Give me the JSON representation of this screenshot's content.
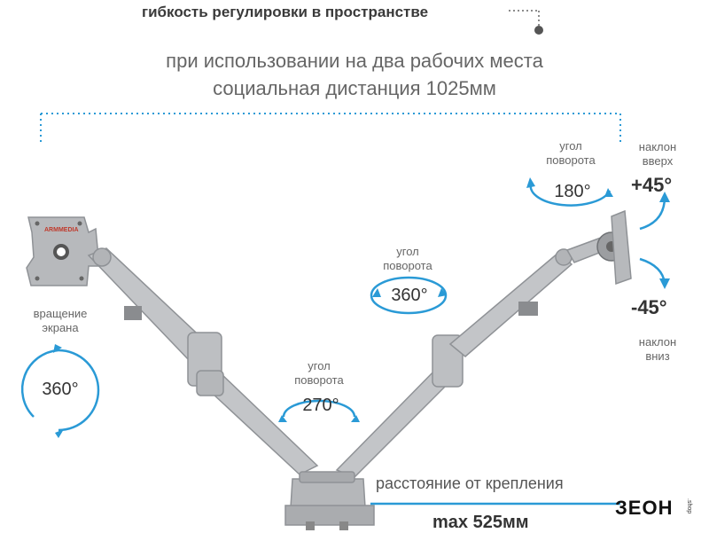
{
  "header": {
    "title": "гибкость регулировки в пространстве",
    "line1": "при использовании на два рабочих места",
    "line2": "социальная дистанция 1025мм"
  },
  "left_screen": {
    "logo": "ARMMEDIA",
    "rotation_label_1": "вращение",
    "rotation_label_2": "экрана",
    "rotation_value": "360°"
  },
  "middle": {
    "label_1": "угол",
    "label_2": "поворота",
    "value": "360°"
  },
  "base": {
    "label_1": "угол",
    "label_2": "поворота",
    "value": "270°"
  },
  "right_top": {
    "label_1": "угол",
    "label_2": "поворота",
    "value": "180°"
  },
  "tilt": {
    "up_label_1": "наклон",
    "up_label_2": "вверх",
    "up_value": "+45°",
    "down_value": "-45°",
    "down_label_1": "наклон",
    "down_label_2": "вниз"
  },
  "distance": {
    "label": "расстояние от крепления",
    "value": "max 525мм"
  },
  "brand": {
    "name": "ЗЕОН",
    "suffix": ".shop"
  },
  "colors": {
    "accent": "#2a9ad6",
    "arm": "#b5b7ba"
  }
}
